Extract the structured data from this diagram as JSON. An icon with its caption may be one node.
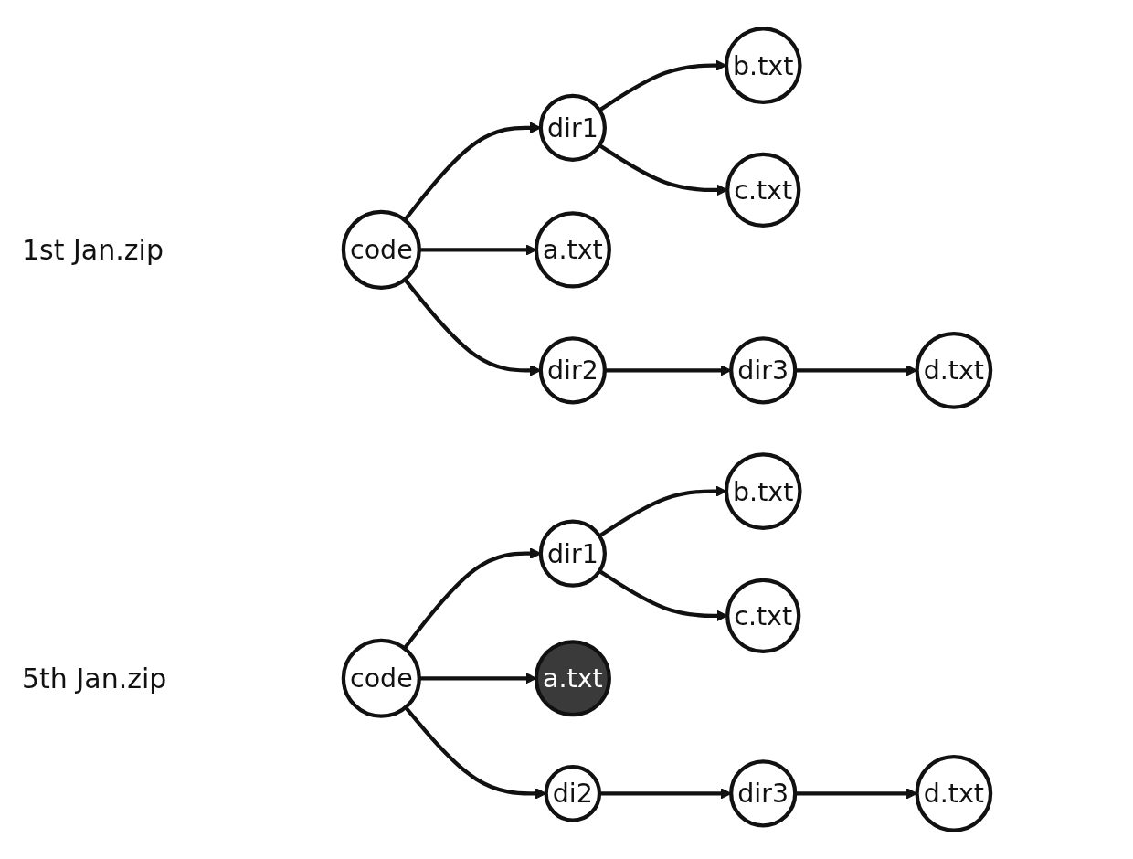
{
  "diagram": {
    "nodes": [
      {
        "text": [
          "code"
        ]
      },
      {
        "text": [
          "dir1"
        ]
      },
      {
        "text": [
          "b.txt"
        ]
      },
      {
        "text": [
          "c.txt"
        ]
      },
      {
        "text": [
          "a.txt"
        ]
      },
      {
        "text": [
          "dir2"
        ]
      },
      {
        "text": [
          "dir3"
        ]
      },
      {
        "text": [
          "d.txt"
        ]
      },
      {
        "text": [
          "code"
        ]
      },
      {
        "text": [
          "dir1"
        ]
      },
      {
        "text": [
          "b.txt"
        ]
      },
      {
        "text": [
          "c.txt"
        ]
      },
      {
        "text": [
          "a.txt"
        ]
      },
      {
        "text": [
          "di2"
        ]
      },
      {
        "text": [
          "dir3"
        ]
      },
      {
        "text": [
          "d.txt"
        ]
      }
    ],
    "edges": [
      {
        "from": 0,
        "to": 1,
        "arrow": "to"
      },
      {
        "from": 0,
        "to": 4,
        "arrow": "to"
      },
      {
        "from": 0,
        "to": 5,
        "arrow": "to"
      },
      {
        "from": 1,
        "to": 2,
        "arrow": "to"
      },
      {
        "from": 1,
        "to": 3,
        "arrow": "to"
      },
      {
        "from": 5,
        "to": 6,
        "arrow": "to"
      },
      {
        "from": 6,
        "to": 7,
        "arrow": "to"
      },
      {
        "from": 8,
        "to": 9,
        "arrow": "to"
      },
      {
        "from": 8,
        "to": 12,
        "arrow": "to"
      },
      {
        "from": 8,
        "to": 13,
        "arrow": "to"
      },
      {
        "from": 9,
        "to": 10,
        "arrow": "to"
      },
      {
        "from": 9,
        "to": 11,
        "arrow": "to"
      },
      {
        "from": 13,
        "to": 14,
        "arrow": "to"
      },
      {
        "from": 14,
        "to": 15,
        "arrow": "to"
      }
    ],
    "labels": [
      "1st Jan.zip",
      "5th Jan.zip"
    ]
  }
}
